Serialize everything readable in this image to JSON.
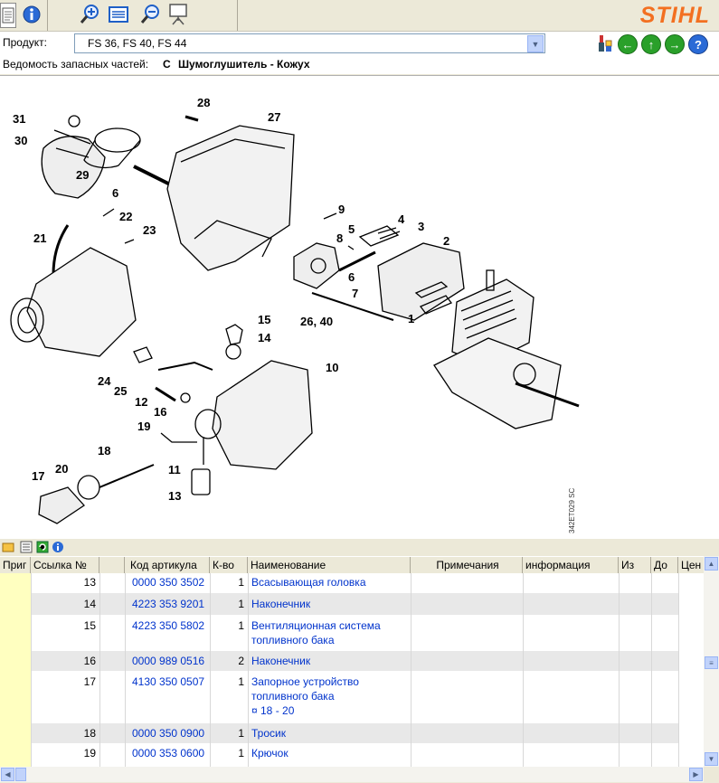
{
  "brand": {
    "logo": "STIHL",
    "accent": "#f37021"
  },
  "toolbar": {
    "icons": [
      "parts-list-icon",
      "info-icon",
      "zoom-in-icon",
      "fit-page-icon",
      "zoom-out-icon",
      "presentation-icon"
    ]
  },
  "product": {
    "label": "Продукт:",
    "value": "FS 36, FS 40, FS 44"
  },
  "parts_list": {
    "label": "Ведомость запасных частей:",
    "code": "C",
    "name": "Шумоглушитель - Кожух"
  },
  "nav": {
    "icons": [
      "tools-icon",
      "back-icon",
      "up-icon",
      "forward-icon",
      "help-icon"
    ]
  },
  "diagram": {
    "code": "342ET029 SC",
    "callouts": [
      "31",
      "30",
      "28",
      "27",
      "29",
      "6",
      "9",
      "4",
      "3",
      "2",
      "5",
      "8",
      "22",
      "23",
      "21",
      "6",
      "7",
      "1",
      "26, 40",
      "15",
      "14",
      "10",
      "24",
      "25",
      "12",
      "16",
      "19",
      "18",
      "11",
      "20",
      "17",
      "13"
    ]
  },
  "table": {
    "columns": [
      "Приг",
      "Ссылка №",
      "",
      "Код артикула",
      "К-во",
      "Наименование",
      "Примечания",
      "информация",
      "Из",
      "До",
      "Цен"
    ],
    "rows": [
      {
        "ref": "13",
        "code": "0000 350 3502",
        "qty": "1",
        "name": [
          "Всасывающая головка"
        ],
        "linked": true
      },
      {
        "ref": "14",
        "code": "4223 353 9201",
        "qty": "1",
        "name": [
          "Наконечник"
        ],
        "linked": true
      },
      {
        "ref": "15",
        "code": "4223 350 5802",
        "qty": "1",
        "name": [
          "Вентиляционная система",
          "топливного бака"
        ],
        "linked": true
      },
      {
        "ref": "16",
        "code": "0000 989 0516",
        "qty": "2",
        "name": [
          "Наконечник"
        ],
        "linked": true
      },
      {
        "ref": "17",
        "code": "4130 350 0507",
        "qty": "1",
        "name": [
          "Запорное устройство",
          "топливного бака",
          "¤ 18 - 20"
        ],
        "linked": true
      },
      {
        "ref": "18",
        "code": "0000 350 0900",
        "qty": "1",
        "name": [
          "Тросик"
        ],
        "linked": true
      },
      {
        "ref": "19",
        "code": "0000 353 0600",
        "qty": "1",
        "name": [
          "Крючок"
        ],
        "linked": true
      }
    ]
  }
}
